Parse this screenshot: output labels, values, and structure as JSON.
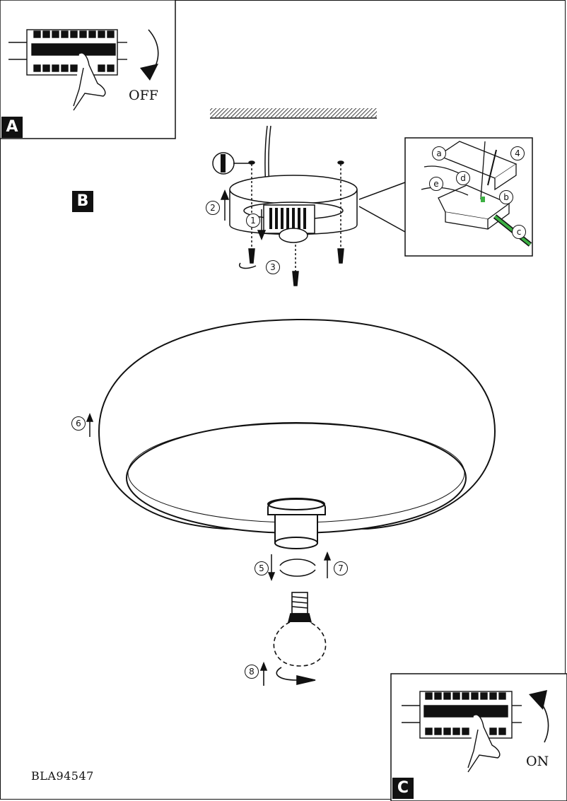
{
  "panels": {
    "a": {
      "badge": "A",
      "label": "OFF"
    },
    "b": {
      "badge": "B"
    },
    "c": {
      "badge": "C",
      "label": "ON"
    }
  },
  "wiring_detail": {
    "letters": [
      "a",
      "b",
      "c",
      "d",
      "e"
    ]
  },
  "steps": [
    "1",
    "2",
    "3",
    "4",
    "5",
    "6",
    "7",
    "8"
  ],
  "model_code": "BLA94547",
  "colors": {
    "line": "#111111",
    "earth_wire": "#3cb043"
  }
}
